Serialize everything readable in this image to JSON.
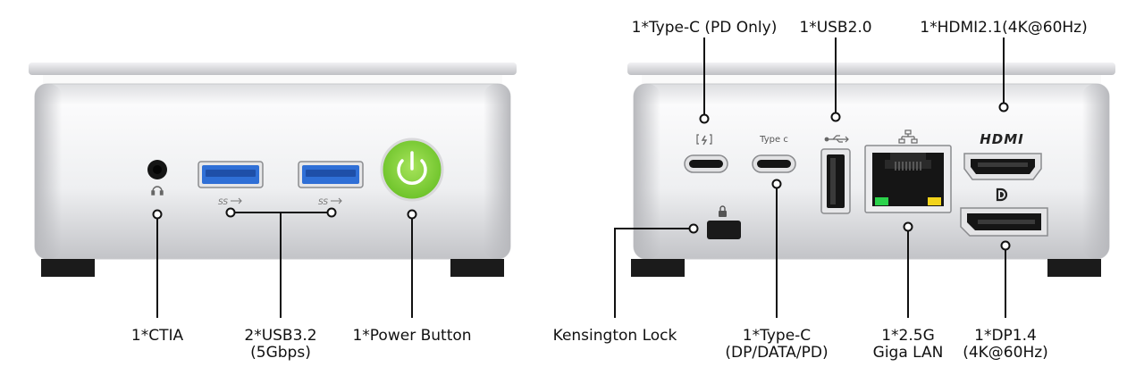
{
  "front_panel": {
    "ctia": {
      "label": "1*CTIA",
      "icon": "headphone-icon"
    },
    "usb32": {
      "label_line1": "2*USB3.2",
      "label_line2": "(5Gbps)",
      "icon": "superspeed-usb-icon",
      "port_color": "#2f6fd6"
    },
    "power": {
      "label": "1*Power Button",
      "icon": "power-icon",
      "button_color": "#8ed63c"
    }
  },
  "rear_panel": {
    "type_c_pd": {
      "label": "1*Type-C (PD Only)",
      "icon": "power-delivery-icon"
    },
    "usb20": {
      "label": "1*USB2.0",
      "icon": "usb-icon"
    },
    "hdmi": {
      "label": "1*HDMI2.1(4K@60Hz)",
      "logo_text": "HDMI"
    },
    "kensington": {
      "label": "Kensington Lock",
      "icon": "lock-icon"
    },
    "type_c_dp": {
      "label_line1": "1*Type-C",
      "label_line2": "(DP/DATA/PD)",
      "port_text": "Type c"
    },
    "lan": {
      "label_line1": "1*2.5G",
      "label_line2": "Giga LAN",
      "icon": "network-icon",
      "led_colors": [
        "#2bd24b",
        "#f2d31a"
      ]
    },
    "dp": {
      "label_line1": "1*DP1.4",
      "label_line2": "(4K@60Hz)",
      "icon": "displayport-icon"
    }
  },
  "colors": {
    "chassis_light": "#f4f4f6",
    "chassis_dark": "#c9cacd",
    "foot": "#1b1b1b",
    "line": "#111111"
  }
}
